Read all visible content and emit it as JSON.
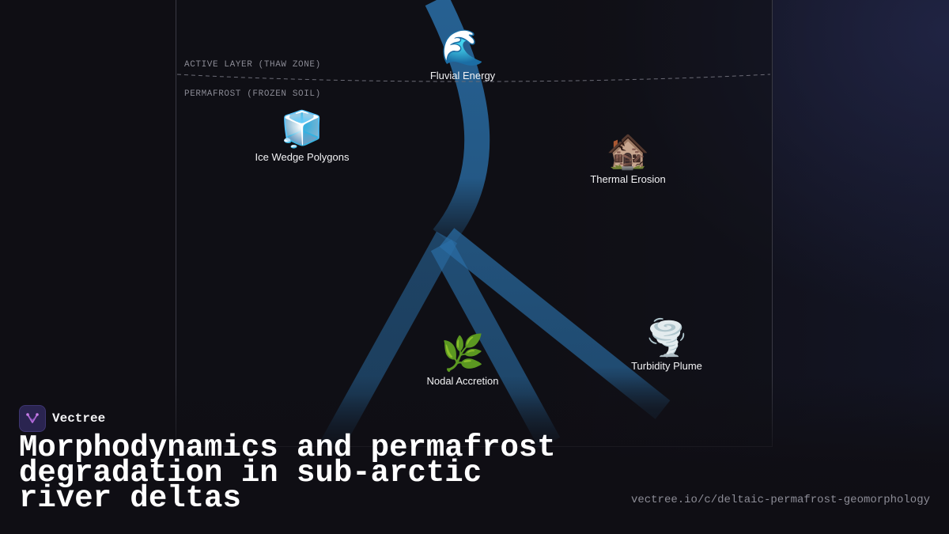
{
  "diagram": {
    "zones": {
      "active_layer": "ACTIVE LAYER (THAW ZONE)",
      "permafrost": "PERMAFROST (FROZEN SOIL)"
    },
    "nodes": [
      {
        "id": "fluvial-energy",
        "label": "Fluvial Energy",
        "icon": "water-wave-icon",
        "glyph": "🌊"
      },
      {
        "id": "ice-wedge-polygons",
        "label": "Ice Wedge Polygons",
        "icon": "ice-cube-icon",
        "glyph": "🧊"
      },
      {
        "id": "thermal-erosion",
        "label": "Thermal Erosion",
        "icon": "derelict-house-icon",
        "glyph": "🏚️"
      },
      {
        "id": "turbidity-plume",
        "label": "Turbidity Plume",
        "icon": "tornado-icon",
        "glyph": "🌪️"
      },
      {
        "id": "nodal-accretion",
        "label": "Nodal Accretion",
        "icon": "herb-icon",
        "glyph": "🌿"
      }
    ],
    "colors": {
      "river": "#2a6fa8",
      "background": "#0f0e14",
      "frame": "#3a3a44"
    }
  },
  "brand": {
    "name": "Vectree",
    "logo_icon": "vectree-logo-icon"
  },
  "title": "Morphodynamics and permafrost degradation in sub-arctic river deltas",
  "url": "vectree.io/c/deltaic-permafrost-geomorphology"
}
